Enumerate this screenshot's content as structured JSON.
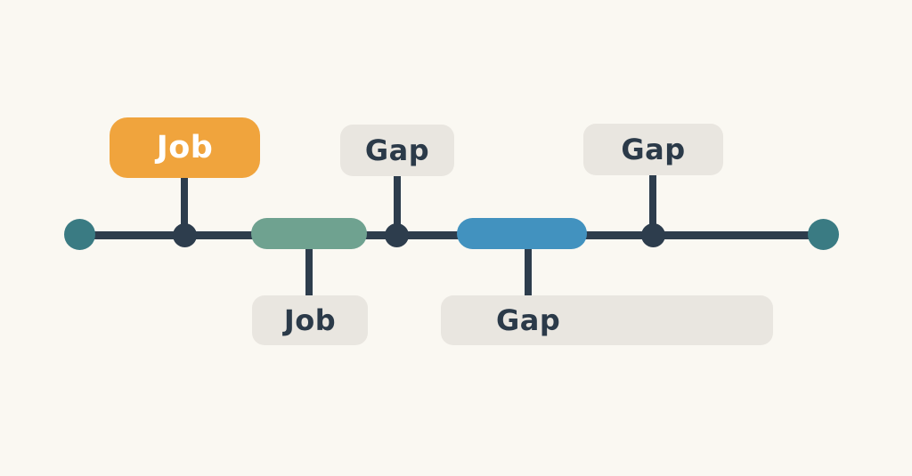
{
  "diagram": {
    "type": "timeline",
    "labels": {
      "job_top": "Job",
      "gap_top_mid": "Gap",
      "gap_top_right": "Gap",
      "job_bottom": "Job",
      "gap_bottom_wide": "Gap"
    },
    "colors": {
      "background": "#faf8f2",
      "line": "#2d3d4d",
      "junction_dot": "#2d3d4d",
      "endpoint": "#3a7b83",
      "job_highlight_box": "#f0a43d",
      "job_highlight_text": "#ffffff",
      "job_pill": "#6fa290",
      "gap_pill": "#4292bf",
      "label_box": "#e9e6e0",
      "label_text": "#2b3a49"
    }
  }
}
